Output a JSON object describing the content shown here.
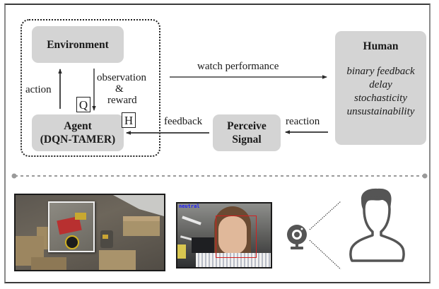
{
  "diagram": {
    "nodes": {
      "environment": "Environment",
      "agent_line1": "Agent",
      "agent_line2": "(DQN-TAMER)",
      "perceive_line1": "Perceive",
      "perceive_line2": "Signal",
      "human_title": "Human",
      "human_attributes": [
        "binary feedback",
        "delay",
        "stochasticity",
        "unsustainability"
      ]
    },
    "edges": {
      "action": "action",
      "observation": "observation",
      "ampersand": "&",
      "reward": "reward",
      "watch_performance": "watch performance",
      "reaction": "reaction",
      "feedback": "feedback"
    },
    "markers": {
      "q": "Q",
      "h": "H"
    }
  },
  "photos": {
    "robot_scene": "robot-on-floor-with-boxes",
    "face_detection_label": "neutral",
    "colors": {
      "detection_box": "#d42020",
      "detection_label": "#1a1aff",
      "icon_gray": "#555555",
      "node_fill": "#d4d4d4"
    }
  }
}
